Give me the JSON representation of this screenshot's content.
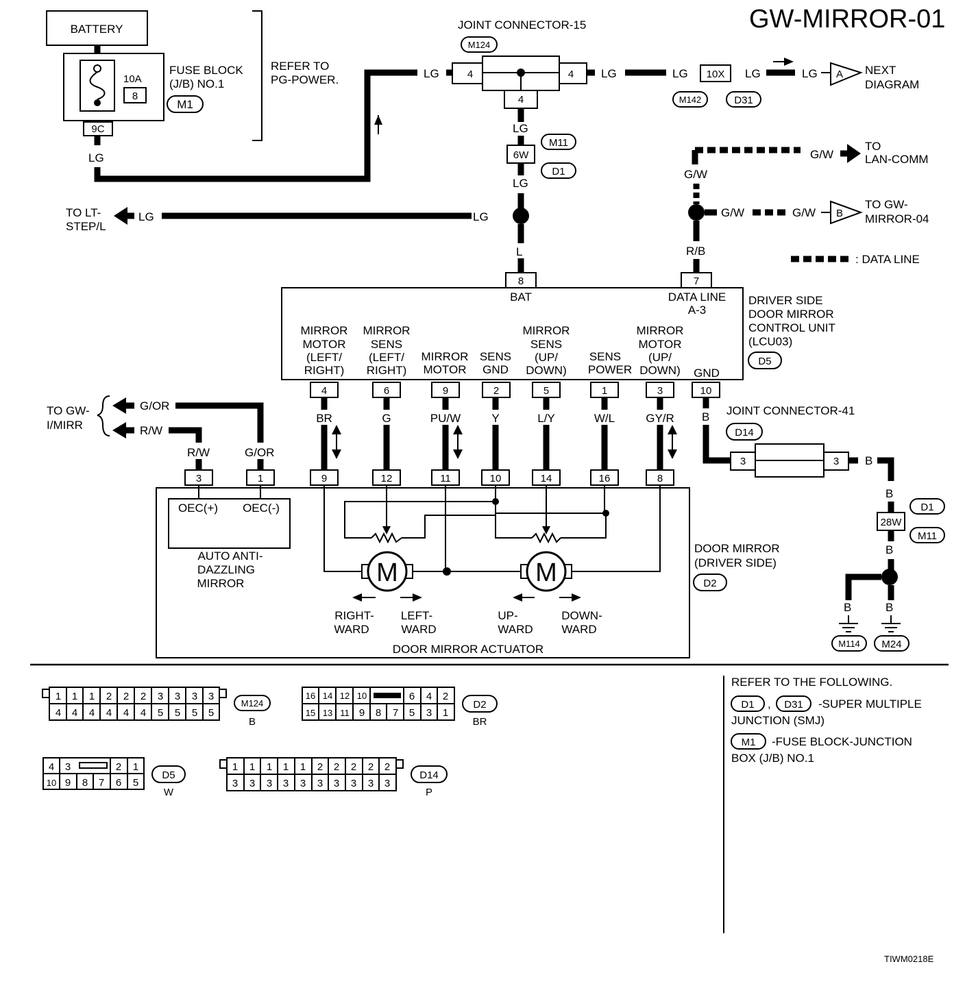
{
  "title": "GW-MIRROR-01",
  "footer_code": "TIWM0218E",
  "battery": {
    "label": "BATTERY"
  },
  "fuse": {
    "amp": "10A",
    "num": "8",
    "connector": "9C",
    "label_lines": [
      "FUSE BLOCK",
      "(J/B) NO.1"
    ],
    "tag": "M1"
  },
  "refer_pg": [
    "REFER TO",
    "PG-POWER."
  ],
  "joint15": {
    "title": "JOINT CONNECTOR-15",
    "tag": "M124",
    "pin_left": "4",
    "pin_right": "4",
    "pin_bottom": "4"
  },
  "next_diagram": {
    "connector": "10X",
    "tag1": "M142",
    "tag2": "D31",
    "marker": "A",
    "label_lines": [
      "NEXT",
      "DIAGRAM"
    ]
  },
  "smj_6w": {
    "pin": "6W",
    "tag1": "M11",
    "tag2": "D1"
  },
  "to_lt_step": [
    "TO LT-",
    "STEP/L"
  ],
  "lan_comm": [
    "TO",
    "LAN-COMM"
  ],
  "gw_mirror_04": {
    "marker": "B",
    "label_lines": [
      "TO GW-",
      "MIRROR-04"
    ]
  },
  "legend": {
    "data_line": ": DATA LINE"
  },
  "wire_colors": {
    "lg": "LG",
    "l": "L",
    "gw": "G/W",
    "rb": "R/B",
    "b": "B",
    "gor": "G/OR",
    "rw": "R/W",
    "br": "BR",
    "g": "G",
    "puw": "PU/W",
    "y": "Y",
    "ly": "L/Y",
    "wl": "W/L",
    "gyr": "GY/R"
  },
  "control_unit": {
    "title_lines": [
      "DRIVER SIDE",
      "DOOR MIRROR",
      "CONTROL UNIT",
      "(LCU03)"
    ],
    "tag": "D5",
    "bat_label": "BAT",
    "bat_pin": "8",
    "data_label_lines": [
      "DATA LINE",
      "A-3"
    ],
    "data_pin": "7",
    "terminals": [
      {
        "label_lines": [
          "MIRROR",
          "MOTOR",
          "(LEFT/",
          " RIGHT)"
        ],
        "pin": "4",
        "wire": "BR",
        "act_pin": "9"
      },
      {
        "label_lines": [
          "MIRROR",
          "SENS",
          "(LEFT/",
          " RIGHT)"
        ],
        "pin": "6",
        "wire": "G",
        "act_pin": "12"
      },
      {
        "label_lines": [
          "MIRROR",
          "MOTOR"
        ],
        "pin": "9",
        "wire": "PU/W",
        "act_pin": "11"
      },
      {
        "label_lines": [
          "SENS",
          "GND"
        ],
        "pin": "2",
        "wire": "Y",
        "act_pin": "10"
      },
      {
        "label_lines": [
          "MIRROR",
          "SENS",
          "(UP/",
          "DOWN)"
        ],
        "pin": "5",
        "wire": "L/Y",
        "act_pin": "14"
      },
      {
        "label_lines": [
          "SENS",
          "POWER"
        ],
        "pin": "1",
        "wire": "W/L",
        "act_pin": "16"
      },
      {
        "label_lines": [
          "MIRROR",
          "MOTOR",
          "(UP/",
          "DOWN)"
        ],
        "pin": "3",
        "wire": "GY/R",
        "act_pin": "8"
      },
      {
        "label_lines": [
          "GND"
        ],
        "pin": "10",
        "wire": "B",
        "act_pin": ""
      }
    ]
  },
  "joint41": {
    "title": "JOINT CONNECTOR-41",
    "tag": "D14",
    "pin_left": "3",
    "pin_right": "3"
  },
  "smj_28w": {
    "pin": "28W",
    "tag1": "D1",
    "tag2": "M11"
  },
  "grounds": [
    "M114",
    "M24"
  ],
  "to_gw_imirr": [
    "TO GW-",
    "I/MIRR"
  ],
  "auto_mirror": {
    "pin1": "3",
    "pin2": "1",
    "oec_plus": "OEC(+)",
    "oec_minus": "OEC(-)",
    "label_lines": [
      "AUTO ANTI-",
      "DAZZLING",
      "MIRROR"
    ]
  },
  "actuator": {
    "label": "DOOR MIRROR ACTUATOR",
    "motor_symbol": "M",
    "dir_labels": [
      [
        "RIGHT-",
        "WARD"
      ],
      [
        "LEFT-",
        "WARD"
      ],
      [
        "UP-",
        "WARD"
      ],
      [
        "DOWN-",
        "WARD"
      ]
    ]
  },
  "door_mirror": {
    "label_lines": [
      "DOOR MIRROR",
      "(DRIVER SIDE)"
    ],
    "tag": "D2"
  },
  "connector_faces": [
    {
      "tag": "M124",
      "color": "B",
      "top": [
        "1",
        "1",
        "1",
        "2",
        "2",
        "2",
        "3",
        "3",
        "3",
        "3"
      ],
      "bottom": [
        "4",
        "4",
        "4",
        "4",
        "4",
        "4",
        "5",
        "5",
        "5",
        "5"
      ]
    },
    {
      "tag": "D2",
      "color": "BR",
      "top": [
        "16",
        "14",
        "12",
        "10",
        "",
        "6",
        "4",
        "2"
      ],
      "bottom": [
        "15",
        "13",
        "11",
        "9",
        "8",
        "7",
        "5",
        "3",
        "1"
      ]
    },
    {
      "tag": "D5",
      "color": "W",
      "top": [
        "4",
        "3",
        "",
        "",
        "2",
        "1"
      ],
      "bottom": [
        "10",
        "9",
        "8",
        "7",
        "6",
        "5"
      ]
    },
    {
      "tag": "D14",
      "color": "P",
      "top": [
        "1",
        "1",
        "1",
        "1",
        "1",
        "2",
        "2",
        "2",
        "2",
        "2"
      ],
      "bottom": [
        "3",
        "3",
        "3",
        "3",
        "3",
        "3",
        "3",
        "3",
        "3",
        "3"
      ]
    }
  ],
  "refer_notes": {
    "heading": "REFER TO THE FOLLOWING.",
    "note1_tags": [
      "D1",
      "D31"
    ],
    "note1_text": [
      "-SUPER MULTIPLE",
      "JUNCTION (SMJ)"
    ],
    "note2_tag": "M1",
    "note2_text": [
      "-FUSE BLOCK-JUNCTION",
      "BOX (J/B) NO.1"
    ]
  }
}
